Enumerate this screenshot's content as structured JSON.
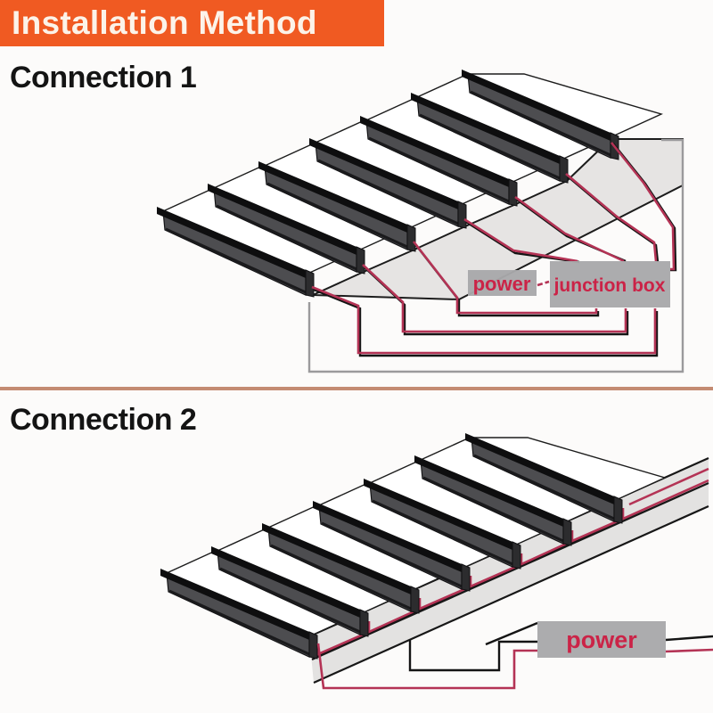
{
  "banner": {
    "title": "Installation Method"
  },
  "sections": {
    "connection1": {
      "heading": "Connection 1",
      "step_count": 7,
      "labels": {
        "power": "power",
        "junction_box": "junction box"
      }
    },
    "connection2": {
      "heading": "Connection 2",
      "step_count": 7,
      "labels": {
        "power": "power"
      }
    }
  },
  "colors": {
    "banner_bg": "#f05a22",
    "banner_text": "#fcf3e9",
    "heading_text": "#141414",
    "divider": "#c48b72",
    "label_bg": "#a9a9ab",
    "label_text": "#cb2347",
    "wire_red": "#b43355",
    "wire_black": "#141414",
    "step_face": "#4d4d50",
    "step_edge": "#0e0e0f",
    "under_structure_gray": "#e6e4e3",
    "outline_gray": "#9b9a9c",
    "background": "#fcfbfa"
  }
}
